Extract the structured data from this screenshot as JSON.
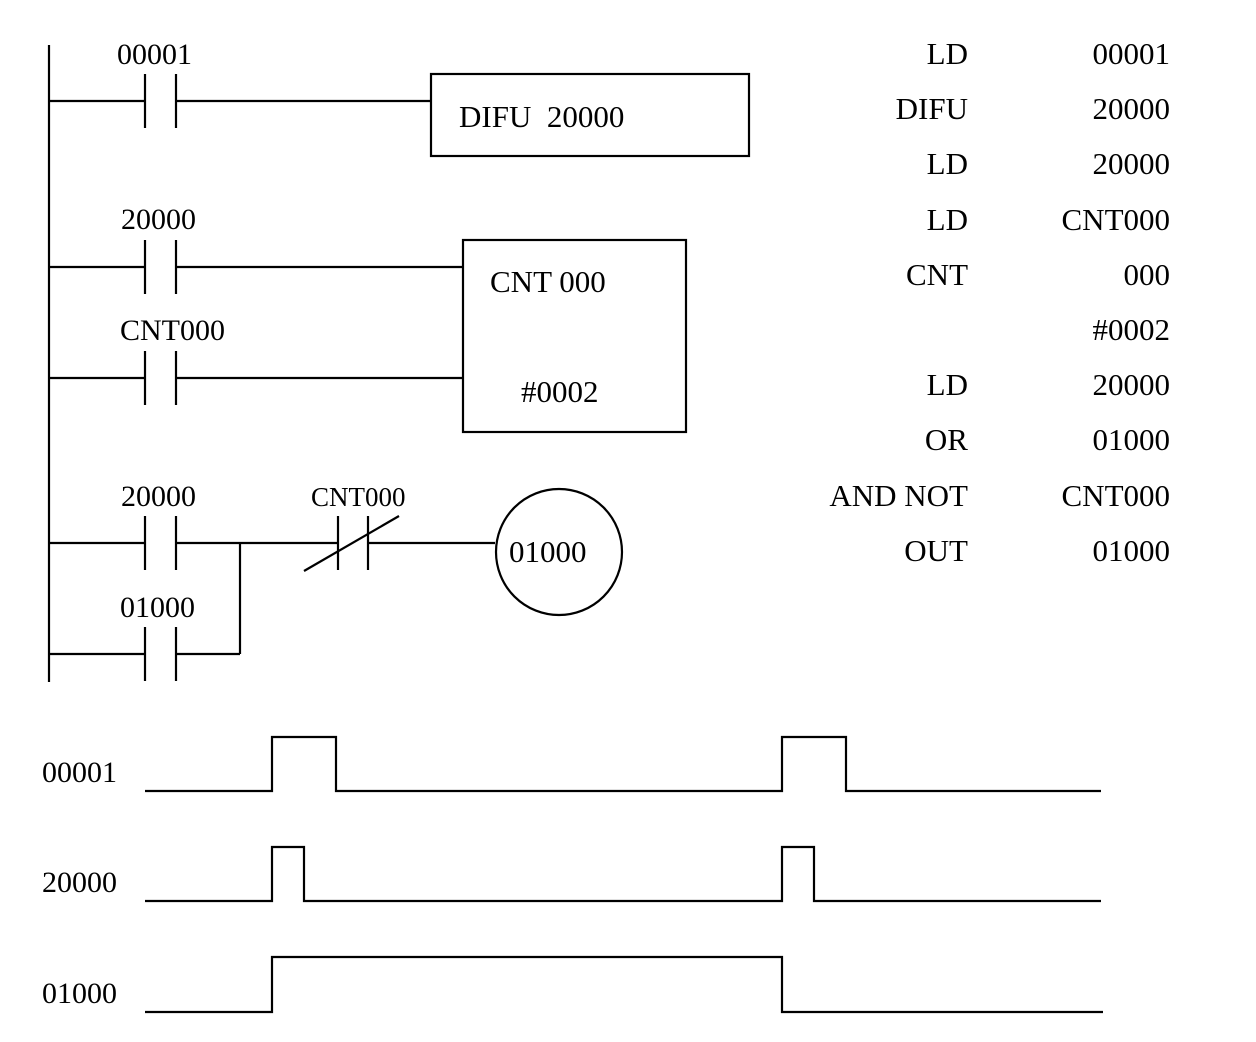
{
  "ladder": {
    "rung1": {
      "contact": "00001",
      "block_label": "DIFU  20000"
    },
    "rung2": {
      "contact_a": "20000",
      "contact_b": "CNT000",
      "counter_label": "CNT 000",
      "counter_preset": "#0002"
    },
    "rung3": {
      "contact_a": "20000",
      "contact_b": "01000",
      "nc_contact": "CNT000",
      "coil": "01000"
    }
  },
  "program": [
    {
      "op": "LD",
      "arg": "00001"
    },
    {
      "op": "DIFU",
      "arg": "20000"
    },
    {
      "op": "LD",
      "arg": "20000"
    },
    {
      "op": "LD",
      "arg": "CNT000"
    },
    {
      "op": "CNT",
      "arg": "000"
    },
    {
      "op": "",
      "arg": "#0002"
    },
    {
      "op": "LD",
      "arg": "20000"
    },
    {
      "op": "OR",
      "arg": "01000"
    },
    {
      "op": "AND NOT",
      "arg": "CNT000"
    },
    {
      "op": "OUT",
      "arg": "01000"
    }
  ],
  "timing": [
    {
      "signal": "00001"
    },
    {
      "signal": "20000"
    },
    {
      "signal": "01000"
    }
  ]
}
